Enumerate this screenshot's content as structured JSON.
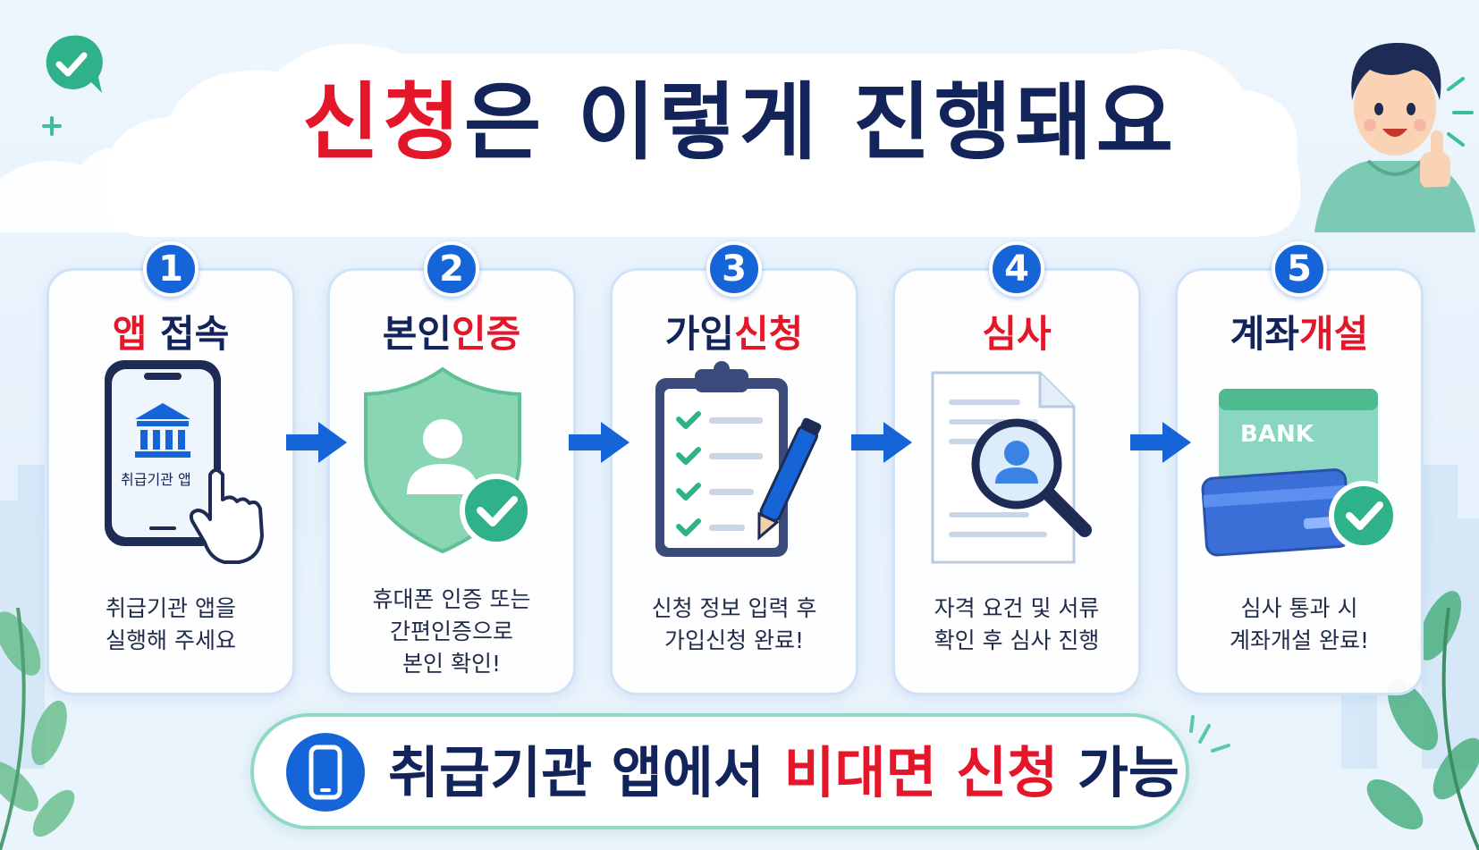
{
  "title": {
    "highlight": "신청",
    "rest": "은 이렇게 진행돼요"
  },
  "steps": [
    {
      "number": "1",
      "title_hl": "앱",
      "title_rest": " 접속",
      "hl_first": true,
      "screen_label": "취급기관 앱",
      "desc": [
        "취급기관 앱을",
        "실행해 주세요"
      ]
    },
    {
      "number": "2",
      "title_plain": "본인",
      "title_hl": "인증",
      "hl_first": false,
      "desc": [
        "휴대폰 인증 또는",
        "간편인증으로",
        "본인 확인!"
      ]
    },
    {
      "number": "3",
      "title_plain": "가입",
      "title_hl": "신청",
      "hl_first": false,
      "desc": [
        "신청 정보 입력 후",
        "가입신청 완료!"
      ]
    },
    {
      "number": "4",
      "title_hl": "심사",
      "title_rest": "",
      "hl_first": true,
      "desc": [
        "자격 요건 및 서류",
        "확인 후 심사 진행"
      ]
    },
    {
      "number": "5",
      "title_plain": "계좌",
      "title_hl": "개설",
      "hl_first": false,
      "bank_label": "BANK",
      "desc": [
        "심사 통과 시",
        "계좌개설 완료!"
      ]
    }
  ],
  "banner": {
    "text_before": "취급기관 앱에서 ",
    "highlight": "비대면 신청",
    "text_after": " 가능"
  },
  "colors": {
    "accent_red": "#e3162a",
    "navy": "#12245a",
    "blue": "#1565d8",
    "green": "#34b383"
  }
}
